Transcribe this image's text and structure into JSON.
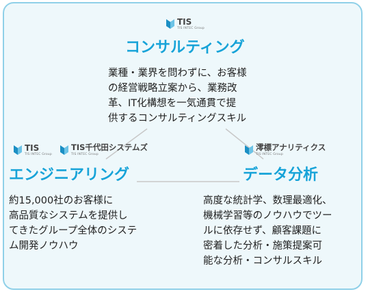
{
  "nodes": {
    "consulting": {
      "title": "コンサルティング",
      "lines": [
        "業種・業界を問わずに、お客様",
        "の経営戦略立案から、業務改",
        "革、IT化構想を一気通貫で提",
        "供するコンサルティングスキル"
      ]
    },
    "engineering": {
      "title": "エンジニアリング",
      "lines": [
        "約15,000社のお客様に",
        "高品質なシステムを提供し",
        "てきたグループ全体のシステ",
        "ム開発ノウハウ"
      ]
    },
    "analytics": {
      "title": "データ分析",
      "lines": [
        "高度な統計学、数理最適化、",
        "機械学習等のノウハウでツー",
        "ルに依存せず、顧客課題に",
        "密着した分析・施策提案可",
        "能な分析・コンサルスキル"
      ]
    }
  },
  "logos": {
    "tis_top": {
      "name": "TIS",
      "sub": "TIS INTEC Group"
    },
    "tis_left": {
      "name": "TIS",
      "sub": "TIS INTEC Group"
    },
    "tis_chiyoda": {
      "name": "TIS千代田システムズ",
      "sub": "TIS INTEC Group"
    },
    "sumishin": {
      "name": "澪標アナリティクス",
      "sub": "TIS INTEC Group"
    }
  },
  "colors": {
    "accent": "#17a3d8",
    "border": "#8fd0e8",
    "background": "#eef8fb",
    "logo_mark": "#1b8fc4",
    "line": "#c8c8c8"
  }
}
